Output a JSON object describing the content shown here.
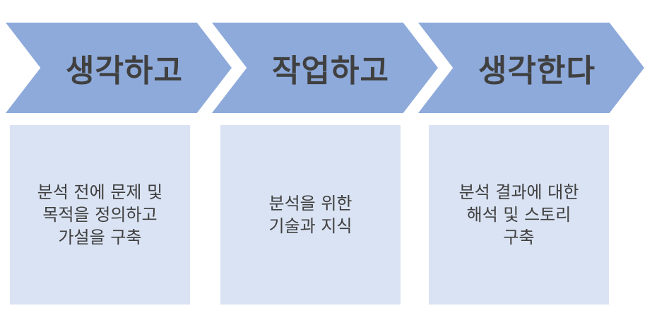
{
  "steps": [
    {
      "title": "생각하고",
      "description_lines": [
        "분석 전에 문제 및",
        "목적을 정의하고",
        "가설을 구축"
      ]
    },
    {
      "title": "작업하고",
      "description_lines": [
        "분석을 위한",
        "기술과 지식"
      ]
    },
    {
      "title": "생각한다",
      "description_lines": [
        "분석 결과에 대한",
        "해석 및 스토리",
        "구축"
      ]
    }
  ],
  "colors": {
    "chevron_fill": "#8eaadb",
    "box_fill": "#dae3f3",
    "title_text": "#404040",
    "body_text": "#3f3f3f"
  }
}
